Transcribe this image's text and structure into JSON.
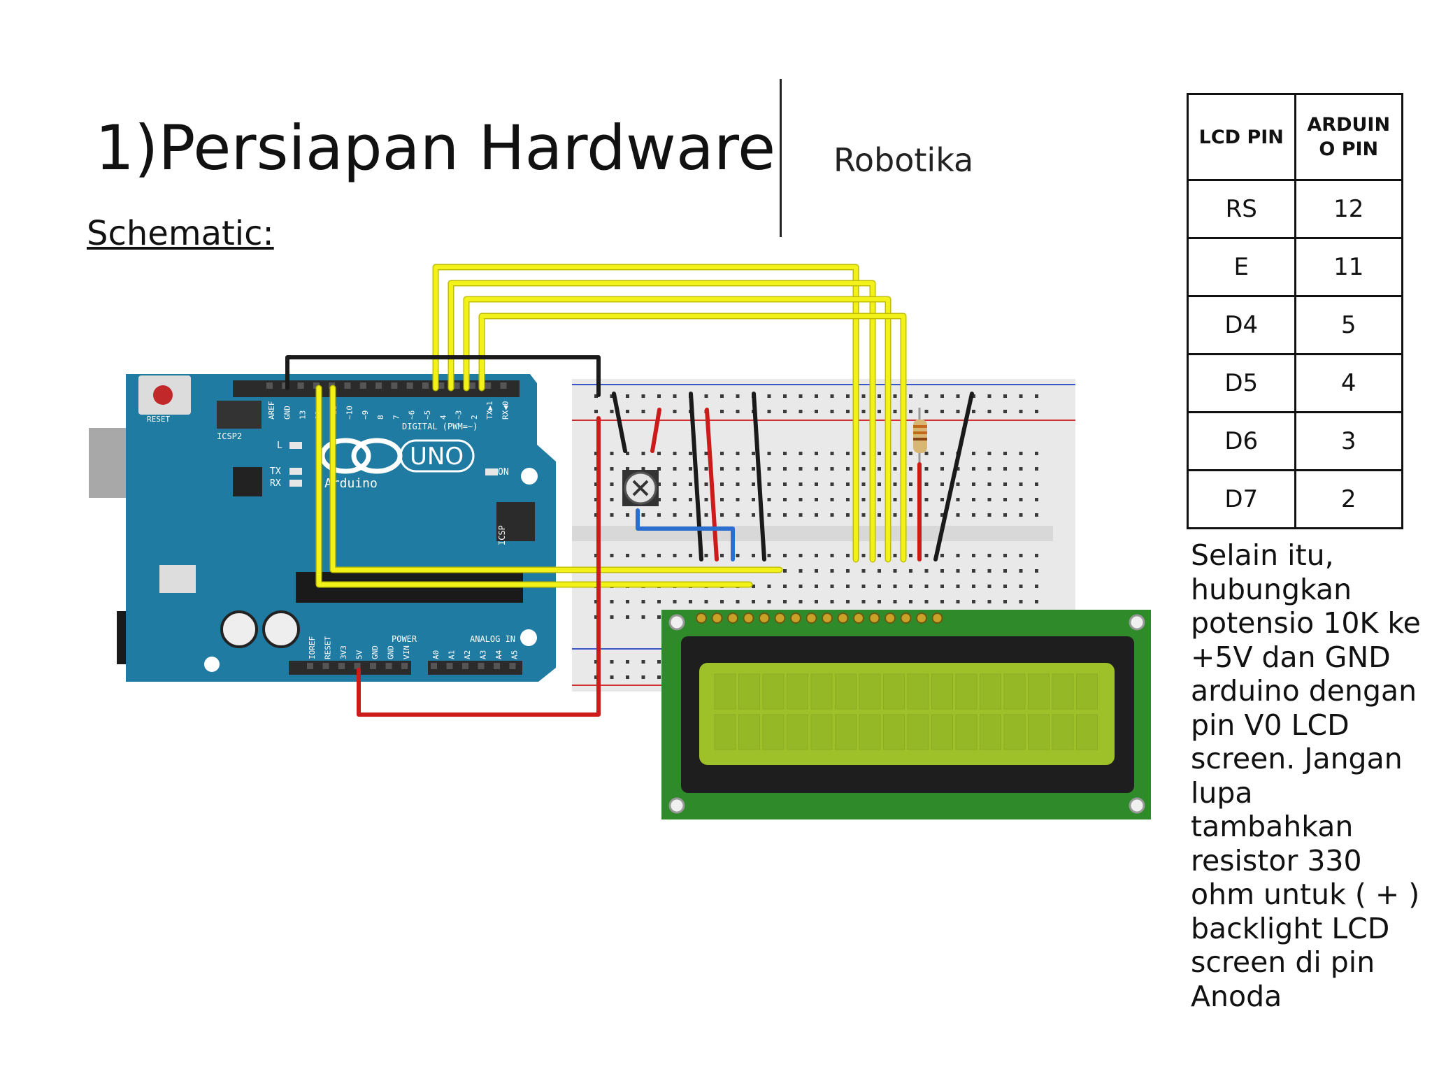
{
  "header": {
    "title": "1)Persiapan Hardware",
    "subtitle": "Robotika"
  },
  "section": {
    "label": "Schematic:"
  },
  "pin_table": {
    "headers": [
      "LCD PIN",
      "ARDUINO PIN"
    ],
    "rows": [
      {
        "lcd": "RS",
        "arduino": "12"
      },
      {
        "lcd": "E",
        "arduino": "11"
      },
      {
        "lcd": "D4",
        "arduino": "5"
      },
      {
        "lcd": "D5",
        "arduino": "4"
      },
      {
        "lcd": "D6",
        "arduino": "3"
      },
      {
        "lcd": "D7",
        "arduino": "2"
      }
    ]
  },
  "note": "Selain itu, hubungkan potensio 10K ke +5V dan GND arduino dengan pin V0 LCD screen. Jangan lupa tambahkan resistor 330 ohm untuk ( + ) backlight LCD screen di pin Anoda",
  "board": {
    "reset_label": "RESET",
    "icsp2_label": "ICSP2",
    "icsp_label": "ICSP",
    "digital_label": "DIGITAL (PWM=~)",
    "uno_label": "UNO",
    "brand_label": "Arduino",
    "on_label": "ON",
    "l_label": "L",
    "tx_label": "TX",
    "rx_label": "RX",
    "power_label": "POWER",
    "analog_label": "ANALOG IN",
    "top_pins": [
      "AREF",
      "GND",
      "13",
      "12",
      "~11",
      "~10",
      "~9",
      "8",
      "7",
      "~6",
      "~5",
      "4",
      "~3",
      "2",
      "TX▶1",
      "RX◀0"
    ],
    "power_pins": [
      "IOREF",
      "RESET",
      "3V3",
      "5V",
      "GND",
      "GND",
      "VIN"
    ],
    "analog_pins": [
      "A0",
      "A1",
      "A2",
      "A3",
      "A4",
      "A5"
    ]
  },
  "colors": {
    "board": "#1f7ba1",
    "wire_yellow": "#f2f21a",
    "wire_red": "#cc1b1b",
    "wire_black": "#1a1a1a",
    "wire_blue": "#2a6fd0",
    "lcd_pcb": "#2f8a2a",
    "lcd_screen": "#9ec12a"
  }
}
